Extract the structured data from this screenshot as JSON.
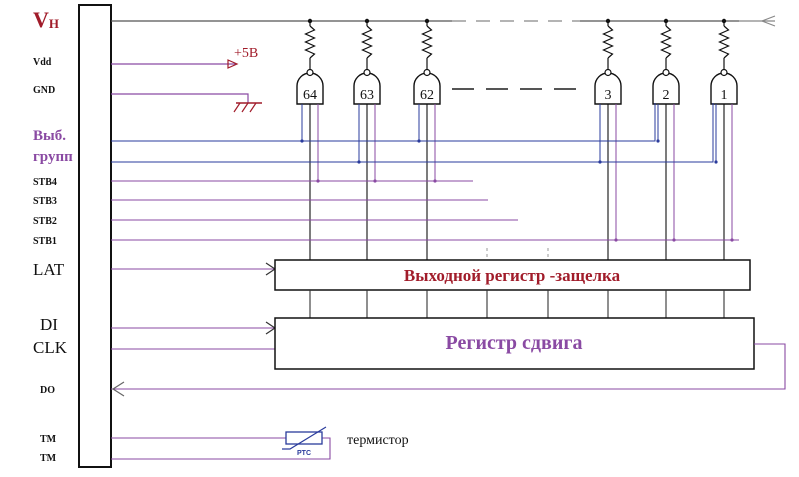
{
  "colors": {
    "maroon": "#a11c2a",
    "purple": "#8a4aa3",
    "blue": "#2a3b9c",
    "black": "#111111",
    "red": "#c0392b",
    "gray": "#555555",
    "lightgray": "#999999"
  },
  "pins": {
    "vh_main": "V",
    "vh_sub": "H",
    "vdd": "Vdd",
    "gnd": "GND",
    "group_line1": "Выб.",
    "group_line2": "групп",
    "stb4": "STB4",
    "stb3": "STB3",
    "stb2": "STB2",
    "stb1": "STB1",
    "lat": "LAT",
    "di": "DI",
    "clk": "CLK",
    "do": "DO",
    "tm1": "TM",
    "tm2": "TM"
  },
  "supply": {
    "plus5v": "+5B"
  },
  "gates": [
    {
      "label": "64"
    },
    {
      "label": "63"
    },
    {
      "label": "62"
    },
    {
      "label": "3"
    },
    {
      "label": "2"
    },
    {
      "label": "1"
    }
  ],
  "blocks": {
    "latch_register": "Выходной регистр -защелка",
    "shift_register": "Регистр сдвига"
  },
  "thermistor": {
    "symbol": "PTC",
    "label": "термистор"
  }
}
